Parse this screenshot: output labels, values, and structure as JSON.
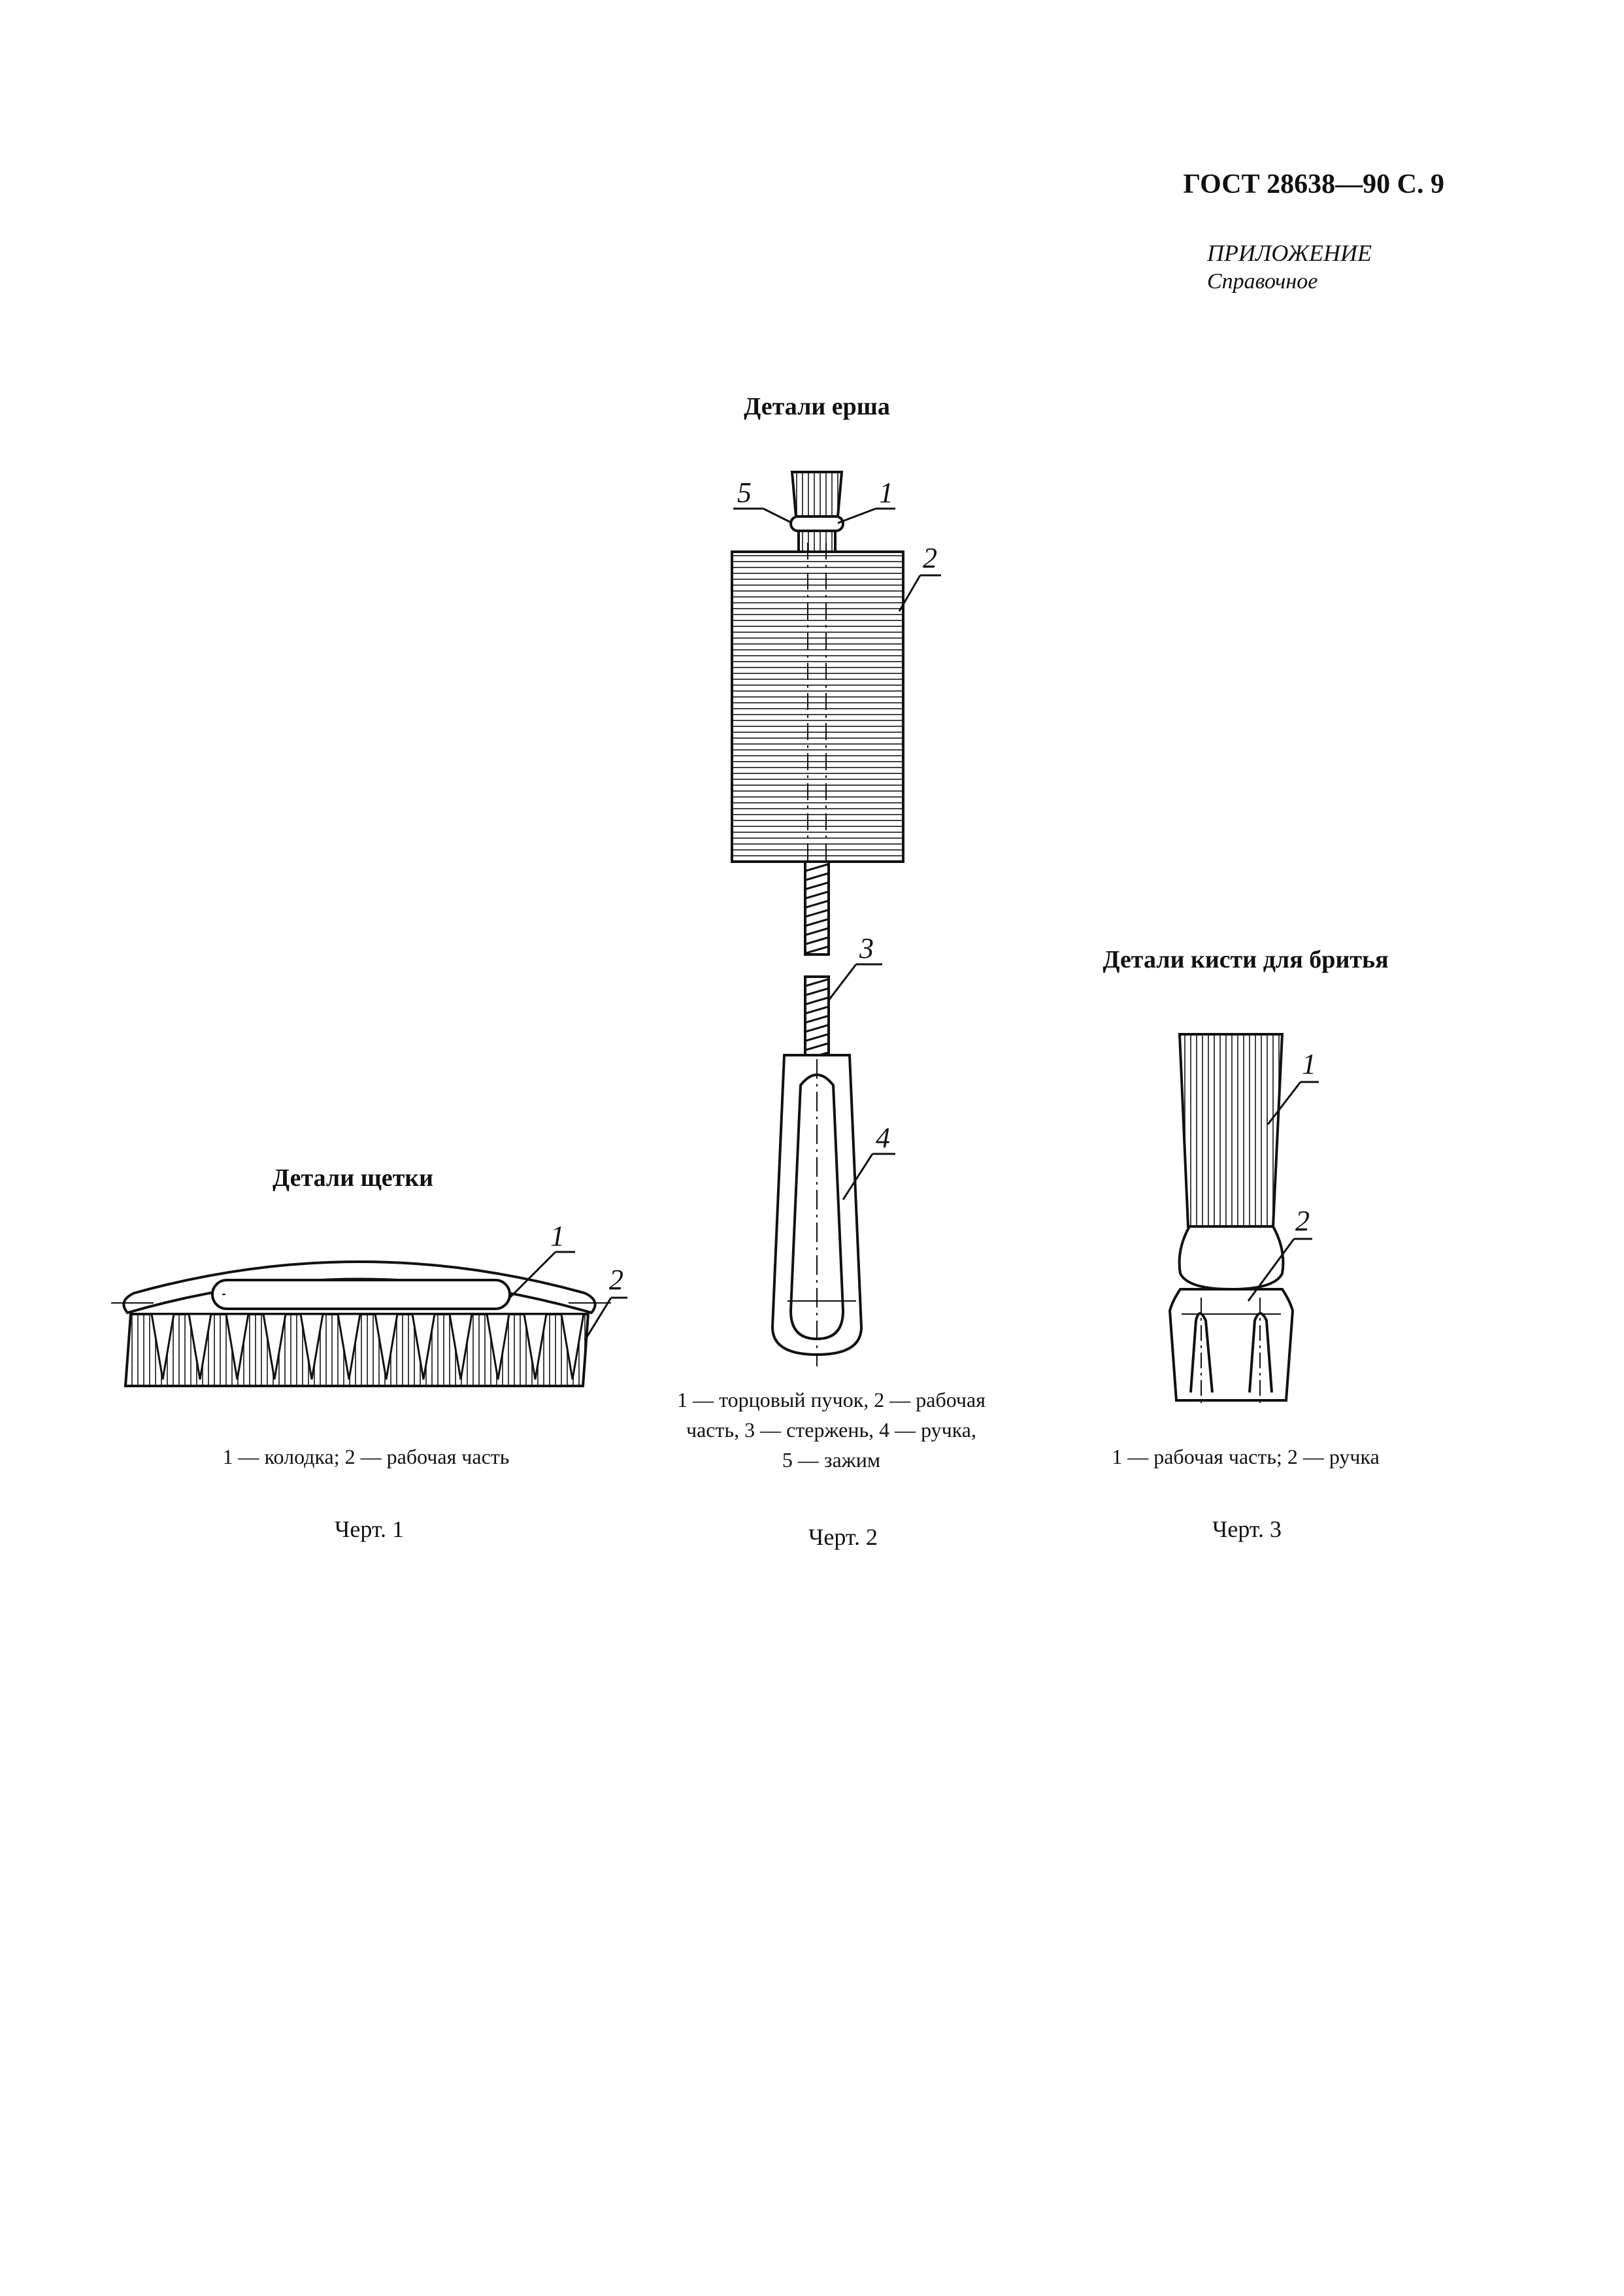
{
  "header": {
    "code": "ГОСТ 28638—90 С. 9",
    "appendix": "ПРИЛОЖЕНИЕ",
    "appendix_type": "Справочное"
  },
  "figures": [
    {
      "title": "Детали щетки",
      "legend_lines": [
        "1 — колодка; 2 — рабочая часть"
      ],
      "caption": "Черт. 1",
      "callouts": [
        "1",
        "2"
      ]
    },
    {
      "title": "Детали ерша",
      "legend_lines": [
        "1 — торцовый пучок, 2 — рабочая",
        "часть, 3 — стержень, 4 — ручка,",
        "5 — зажим"
      ],
      "caption": "Черт. 2",
      "callouts": [
        "1",
        "2",
        "3",
        "4",
        "5"
      ]
    },
    {
      "title": "Детали кисти для бритья",
      "legend_lines": [
        "1 — рабочая часть; 2 — ручка"
      ],
      "caption": "Черт. 3",
      "callouts": [
        "1",
        "2"
      ]
    }
  ]
}
